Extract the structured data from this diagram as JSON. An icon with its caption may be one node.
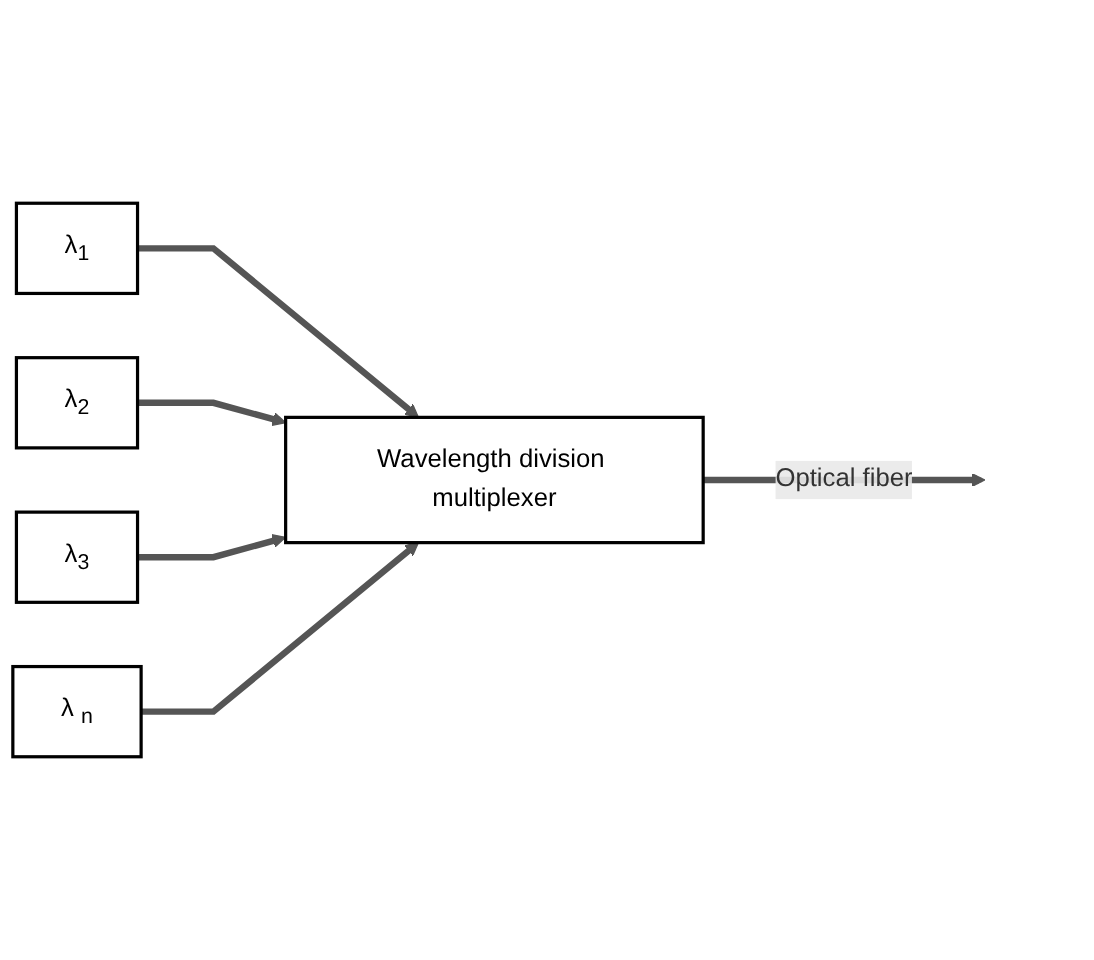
{
  "diagram": {
    "nodes": [
      {
        "text": [
          "λ$_{1}$"
        ]
      },
      {
        "text": [
          "λ$_{2}$"
        ]
      },
      {
        "text": [
          "λ$_{3}$"
        ]
      },
      {
        "text": [
          "λ $_{n}$"
        ]
      },
      {
        "text": [
          "Wavelength division multiplexer"
        ]
      }
    ],
    "edges": [
      {
        "from": 0,
        "to": 4,
        "arrow": "to"
      },
      {
        "from": 1,
        "to": 4,
        "arrow": "to"
      },
      {
        "from": 2,
        "to": 4,
        "arrow": "to"
      },
      {
        "from": 3,
        "to": 4,
        "arrow": "to"
      },
      {
        "from": 4,
        "to": null,
        "arrow": "to",
        "label": "Optical fiber"
      }
    ]
  }
}
